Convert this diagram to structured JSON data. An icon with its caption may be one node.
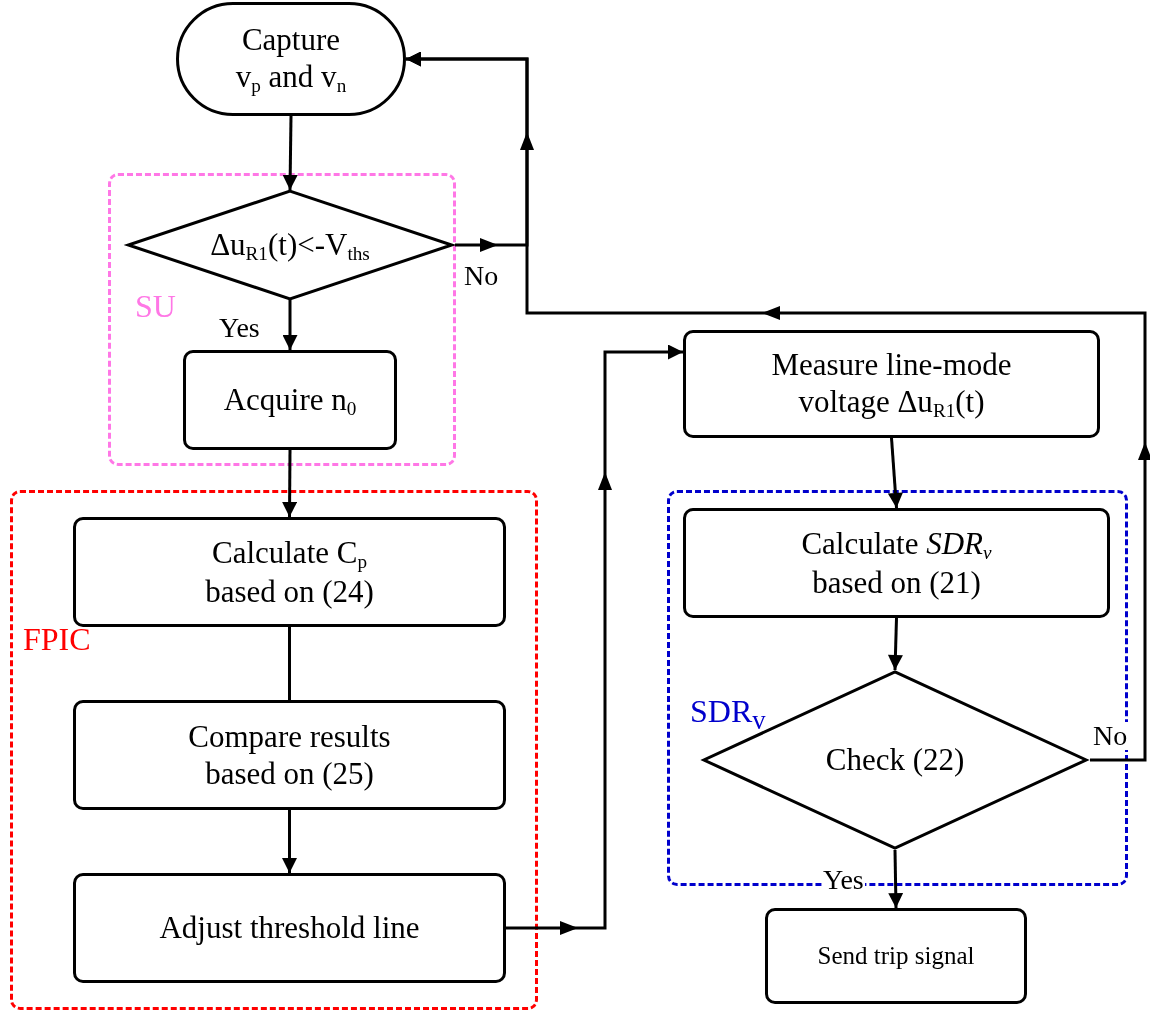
{
  "diagram": {
    "nodes": [
      {
        "text": [
          "SU"
        ]
      },
      {
        "text": [
          "FPIC"
        ]
      },
      {
        "text": [
          "SDR$_{v}$"
        ]
      },
      {
        "text": [
          "Capture v$_{p}$ and v$_{n}$"
        ]
      },
      {
        "text": [
          "Δu$_{R1}$(t)<-V$_{ths}$"
        ],
        "in": 0
      },
      {
        "text": [
          "Acquire n$_{0}$"
        ],
        "in": 0
      },
      {
        "text": [
          "Calculate C$_{p}$ based on (24)"
        ],
        "in": 1
      },
      {
        "text": [
          "Compare results based on (25)"
        ],
        "in": 1
      },
      {
        "text": [
          "Adjust threshold line"
        ],
        "in": 1
      },
      {
        "text": [
          "Measure line-mode voltage Δu$_{R1}$(t)"
        ]
      },
      {
        "text": [
          "Calculate *SDR$_{v}$* based on (21)"
        ],
        "in": 2
      },
      {
        "text": [
          "Check (22)"
        ],
        "in": 2
      },
      {
        "text": [
          "Send trip signal"
        ]
      }
    ],
    "edges": [
      {
        "from": 3,
        "to": 4,
        "arrow": "to"
      },
      {
        "from": 4,
        "to": 5,
        "arrow": "to",
        "label": "Yes"
      },
      {
        "from": 4,
        "to": 3,
        "arrow": "to",
        "label": "No"
      },
      {
        "from": 5,
        "to": 6,
        "arrow": "to"
      },
      {
        "from": 6,
        "to": 7,
        "arrow": "none"
      },
      {
        "from": 7,
        "to": 8,
        "arrow": "to"
      },
      {
        "from": 8,
        "to": 9,
        "arrow": "to"
      },
      {
        "from": 9,
        "to": 10,
        "arrow": "to"
      },
      {
        "from": 10,
        "to": 11,
        "arrow": "to"
      },
      {
        "from": 11,
        "to": 12,
        "arrow": "to",
        "label": "Yes"
      },
      {
        "from": 11,
        "to": 3,
        "arrow": "to",
        "label": "No"
      }
    ]
  }
}
